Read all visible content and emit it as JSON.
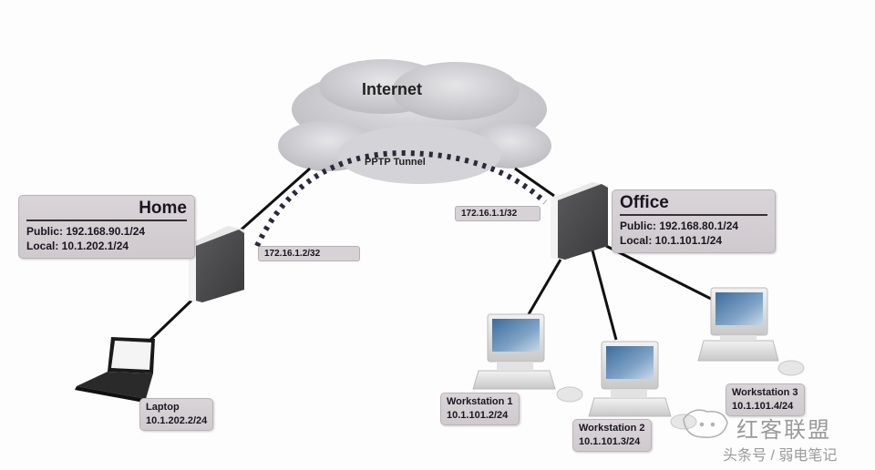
{
  "cloud": {
    "label": "Internet",
    "tunnel_label": "PPTP Tunnel"
  },
  "home": {
    "title": "Home",
    "public": "Public: 192.168.90.1/24",
    "local": "Local:  10.1.202.1/24",
    "tunnel_ip": "172.16.1.2/32"
  },
  "office": {
    "title": "Office",
    "public": "Public: 192.168.80.1/24",
    "local": "Local:  10.1.101.1/24",
    "tunnel_ip": "172.16.1.1/32"
  },
  "clients": [
    {
      "name": "Laptop",
      "ip": "10.1.202.2/24"
    },
    {
      "name": "Workstation 1",
      "ip": "10.1.101.2/24"
    },
    {
      "name": "Workstation 2",
      "ip": "10.1.101.3/24"
    },
    {
      "name": "Workstation 3",
      "ip": "10.1.101.4/24"
    }
  ],
  "watermark": {
    "line1": "红客联盟",
    "line2": "头条号 / 弱电笔记"
  },
  "colors": {
    "link": "#111111",
    "tunnel": "#2a2a3a",
    "cloud": "#c9c9cd",
    "router": "#4a4a4c",
    "screen": "#4a78a8"
  }
}
